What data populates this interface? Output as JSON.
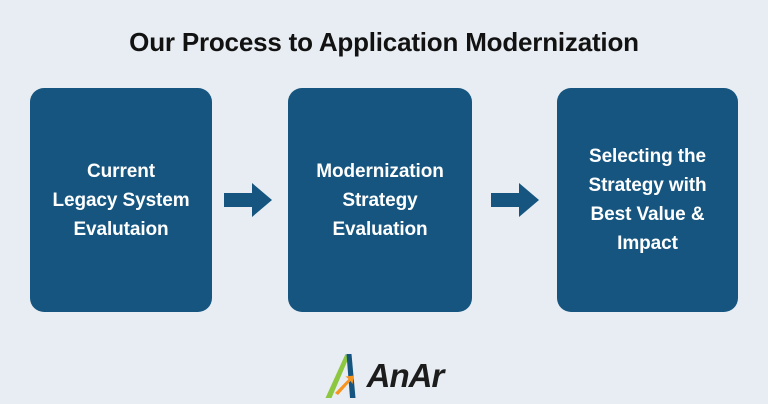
{
  "slide": {
    "title": "Our Process to Application Modernization",
    "background_color": "#E7EDF2",
    "box_color": "#15557F",
    "box_text_color": "#FFFFFF",
    "arrow_color": "#15557F",
    "title_color": "#121212"
  },
  "process": {
    "steps": [
      {
        "index": "1",
        "label": "Current\nLegacy System\nEvalutaion",
        "line1": "Current",
        "line2": "Legacy System",
        "line3": "Evalutaion"
      },
      {
        "index": "2",
        "label": "Modernization\nStrategy\nEvaluation",
        "line1": "Modernization",
        "line2": "Strategy",
        "line3": "Evaluation"
      },
      {
        "index": "3",
        "label": "Selecting the\nStrategy with\nBest Value &\nImpact",
        "line1": "Selecting the",
        "line2": "Strategy with",
        "line3": "Best Value &",
        "line4": "Impact"
      }
    ],
    "connectors": [
      {
        "icon": "arrow-right-icon"
      },
      {
        "icon": "arrow-right-icon"
      }
    ]
  },
  "logo": {
    "wordmark": "AnAr",
    "mark_icon": "anar-a-mark-icon",
    "colors": {
      "green": "#8DC63F",
      "navy": "#15557F",
      "orange": "#F7941E",
      "word": "#1C1C1C"
    }
  }
}
